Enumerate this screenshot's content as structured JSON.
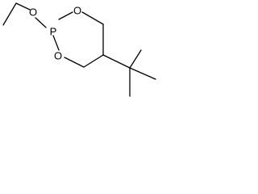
{
  "molecule": {
    "atoms": {
      "o_ethoxy": "O",
      "p": "P",
      "o_ring_top": "O",
      "o_ring_bottom": "O"
    }
  },
  "colors": {
    "bond": "#000000",
    "text": "#000000",
    "background": "#ffffff"
  }
}
